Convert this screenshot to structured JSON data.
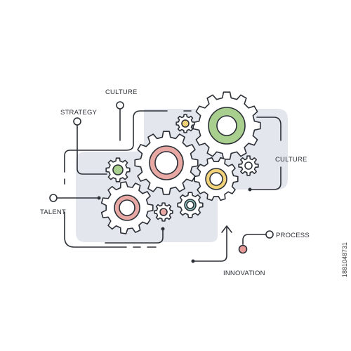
{
  "labels": {
    "culture_top": "CULTURE",
    "strategy": "STRATEGY",
    "culture_right": "CULTURE",
    "talent": "TALENT",
    "process": "PROCESS",
    "innovation": "INNOVATION"
  },
  "stock_id": "1881048731",
  "colors": {
    "line": "#2b2f36",
    "panel": "#e3e6ec",
    "green": "#a8cf8e",
    "pink": "#e8a8a4",
    "yellow": "#f3d37a",
    "teal": "#8fc9c3",
    "node_pink": "#e79a98"
  }
}
